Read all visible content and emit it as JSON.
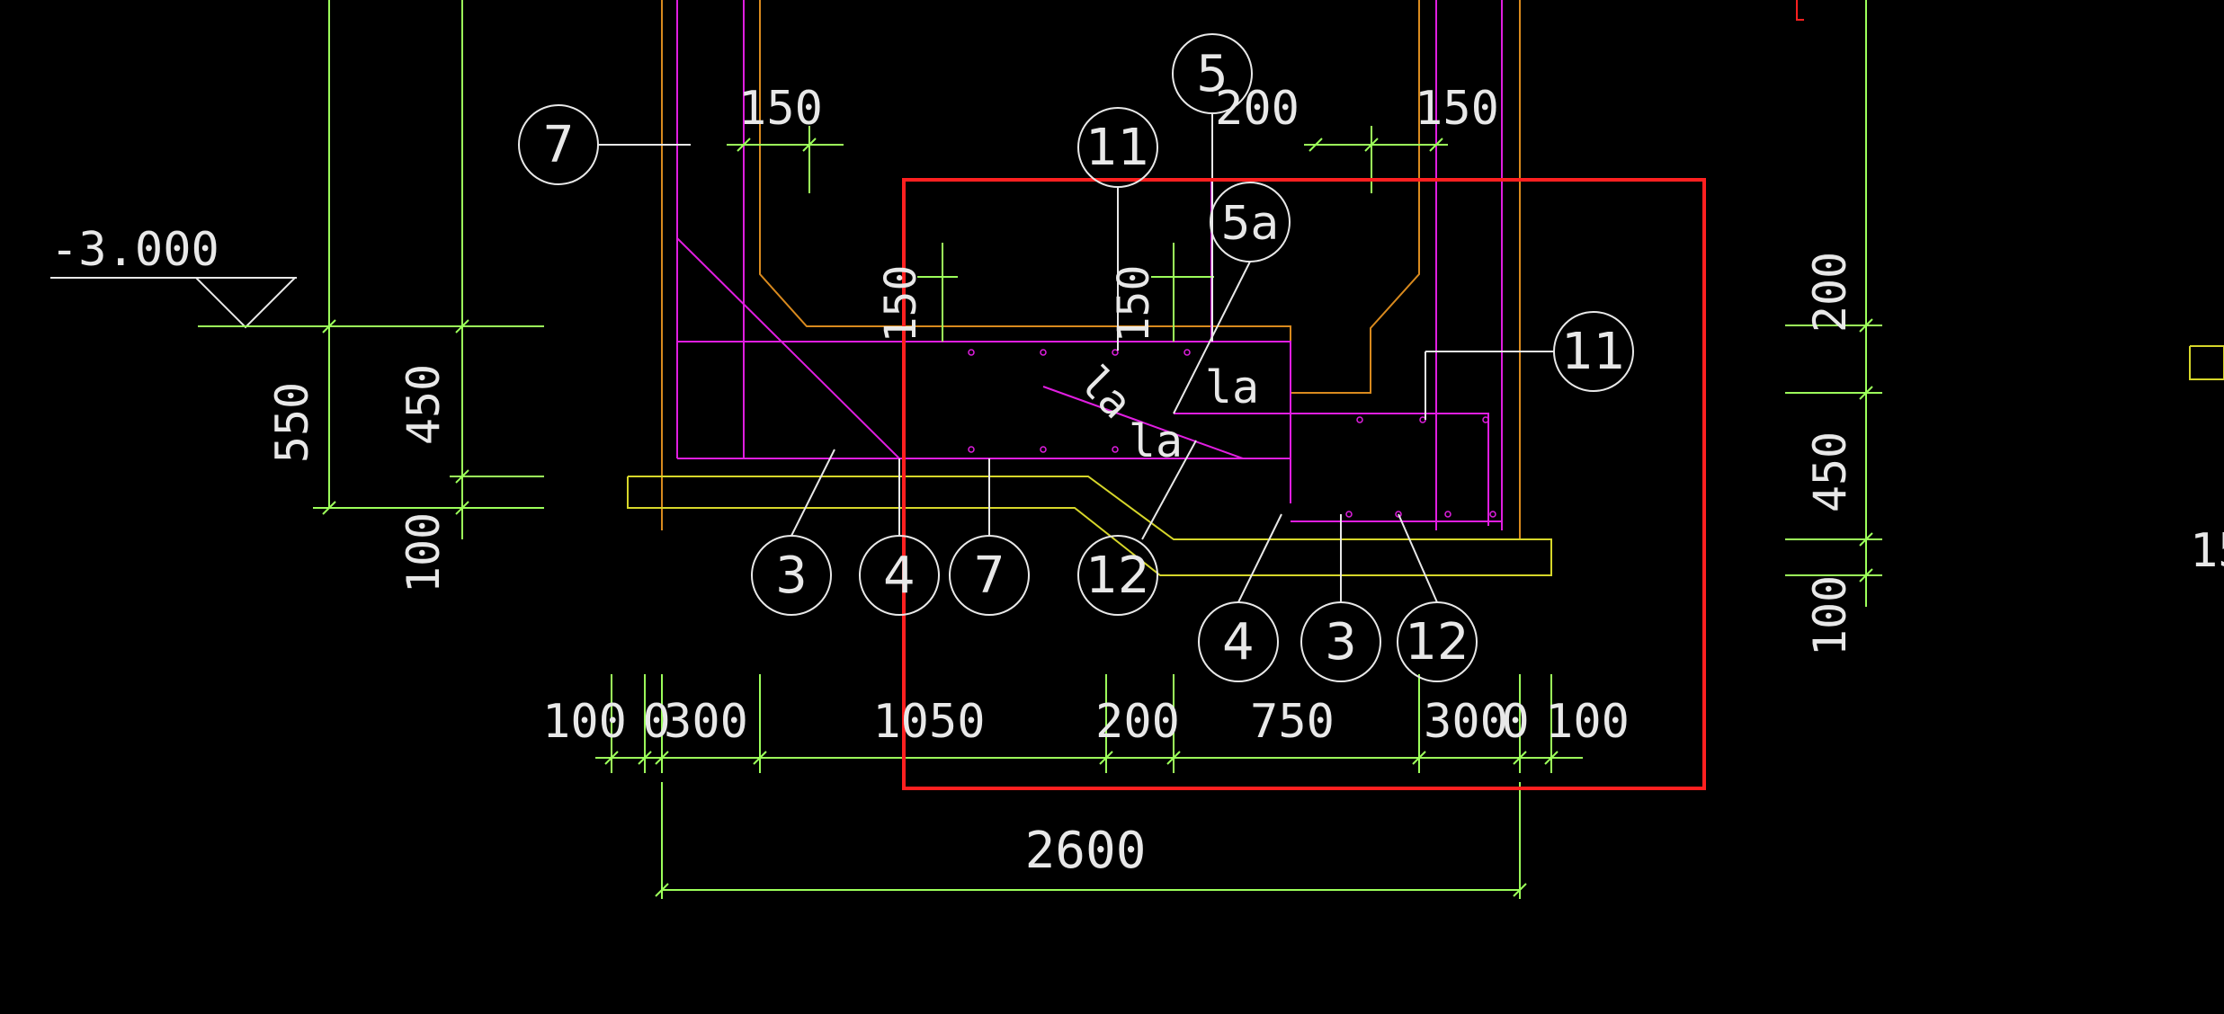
{
  "colors": {
    "background": "#000000",
    "dimension": "#9cff5a",
    "rebar": "#e01ee0",
    "outline": "#d98a1e",
    "blinding": "#d6d62a",
    "text": "#e8e8e8",
    "highlight": "#ff2020"
  },
  "elevation": {
    "label": "-3.000"
  },
  "left_dims": {
    "d550": "550",
    "d450": "450",
    "d100": "100"
  },
  "right_dims": {
    "d200": "200",
    "d450": "450",
    "d100": "100",
    "edge_text": "15"
  },
  "top_dims": {
    "d150_left": "150",
    "d200": "200",
    "d150_right": "150"
  },
  "vertical_dims": {
    "v150_a": "150",
    "v150_b": "150"
  },
  "bottom_dims": {
    "d100_a": "100",
    "d0_a": "0",
    "d300_a": "300",
    "d1050": "1050",
    "d200": "200",
    "d750": "750",
    "d300_b": "300",
    "d0_b": "0",
    "d100_b": "100",
    "total": "2600"
  },
  "anchor_labels": {
    "la_1": "la",
    "la_2": "la",
    "la_3": "la"
  },
  "callouts": {
    "c7_top": "7",
    "c5": "5",
    "c11_top": "11",
    "c5a": "5a",
    "c11_right": "11",
    "c3_left": "3",
    "c4_left": "4",
    "c7_bottom": "7",
    "c12_left": "12",
    "c4_right": "4",
    "c3_right": "3",
    "c12_right": "12"
  }
}
